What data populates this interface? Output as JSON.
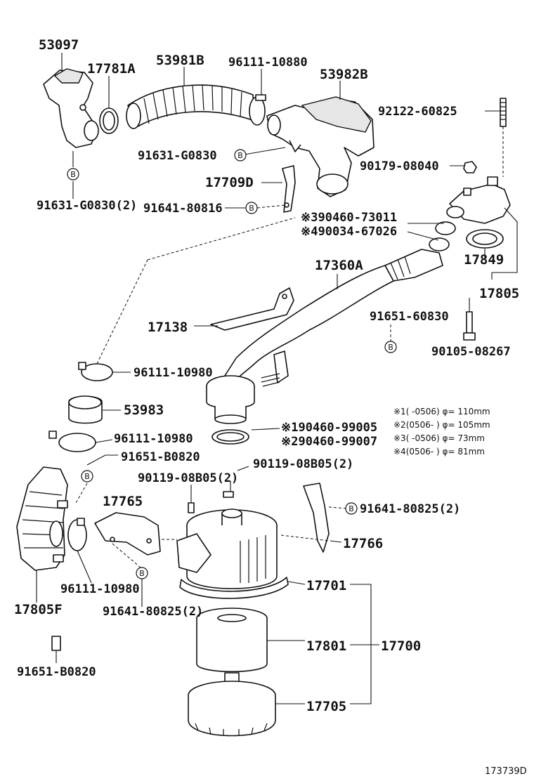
{
  "labels": {
    "p53097": "53097",
    "p17781a": "17781A",
    "p53981b": "53981B",
    "p96111_10880": "96111-10880",
    "p53982b": "53982B",
    "p92122_60825": "92122-60825",
    "p91631_g0830": "91631-G0830",
    "p90179_08040": "90179-08040",
    "p17709d": "17709D",
    "p91631_g0830_2": "91631-G0830(2)",
    "p91641_80816": "91641-80816",
    "p90460_73011": "※390460-73011",
    "p90034_67026": "※490034-67026",
    "p17849": "17849",
    "p17360a": "17360A",
    "p17805": "17805",
    "p17138": "17138",
    "p91651_60830": "91651-60830",
    "p90105_08267": "90105-08267",
    "p96111_10980_a": "96111-10980",
    "p53983": "53983",
    "p90460_99005": "※190460-99005",
    "p90460_99007": "※290460-99007",
    "p96111_10980_b": "96111-10980",
    "p91651_b0820_a": "91651-B0820",
    "p90119_08b05_a": "90119-08B05(2)",
    "p90119_08b05_b": "90119-08B05(2)",
    "p17765": "17765",
    "p91641_80825_a": "91641-80825(2)",
    "p17766": "17766",
    "p96111_10980_c": "96111-10980",
    "p17805f": "17805F",
    "p91641_80825_b": "91641-80825(2)",
    "p17701": "17701",
    "p17801": "17801",
    "p17700": "17700",
    "p17705": "17705",
    "p91651_b0820_b": "91651-B0820"
  },
  "notes": [
    "※1(      -0506) φ= 110mm",
    "※2(0506-      ) φ= 105mm",
    "※3(      -0506) φ= 73mm",
    "※4(0506-      ) φ= 81mm"
  ],
  "marker": "B",
  "drawing_code": "173739D"
}
